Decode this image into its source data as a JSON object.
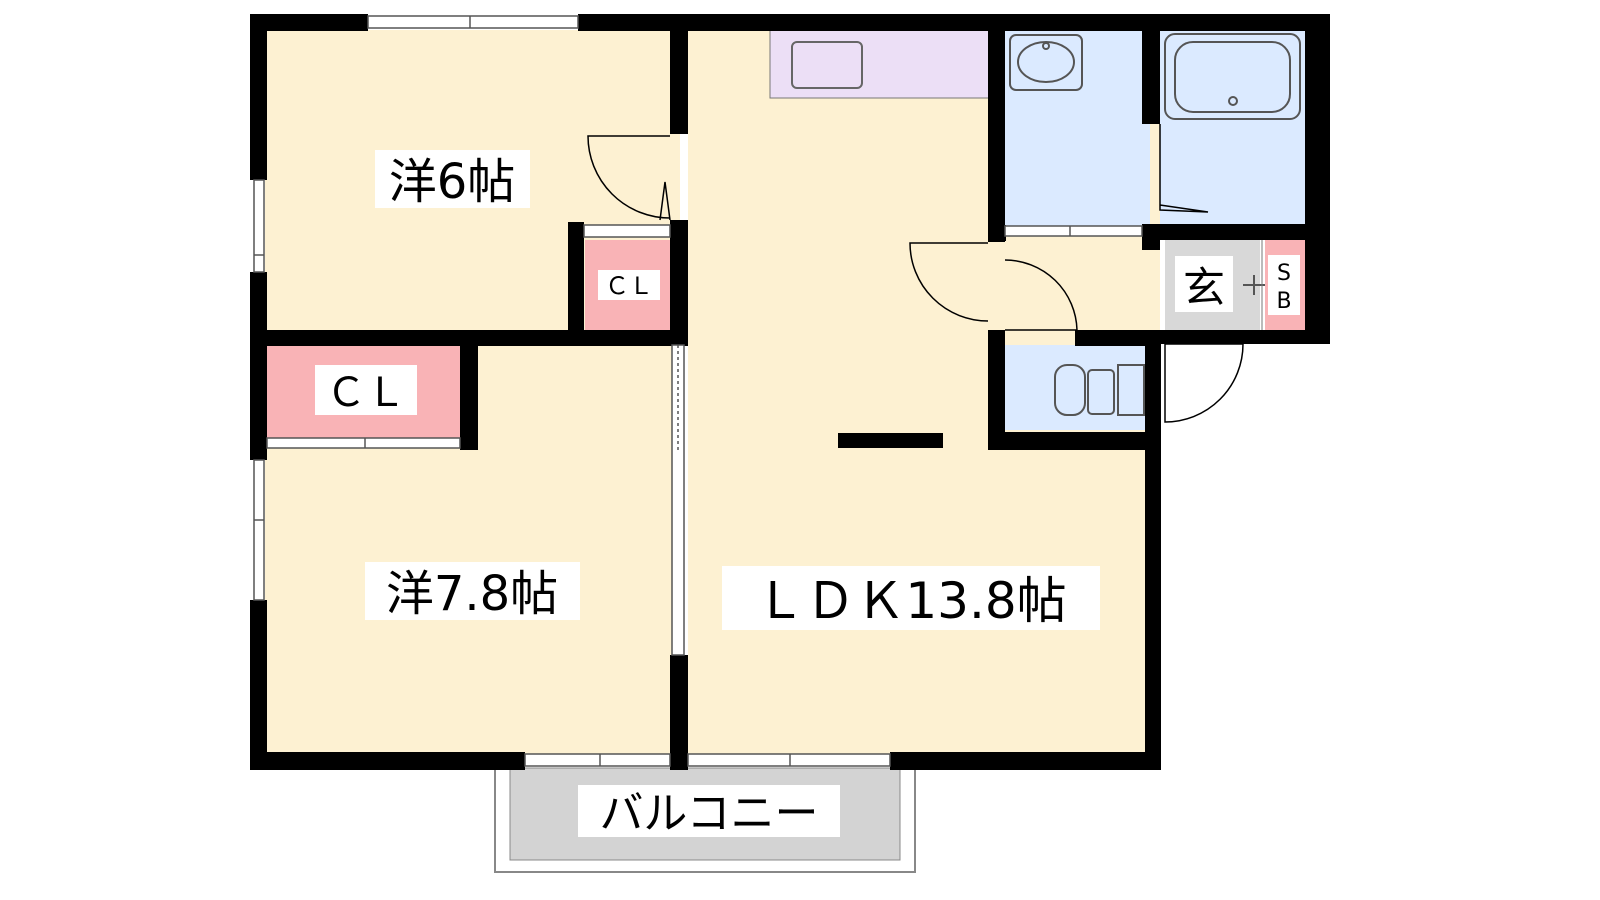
{
  "colors": {
    "wall": "#000000",
    "room": "#fdf1d2",
    "closet": "#f9b3b6",
    "wet_area": "#dbeaff",
    "kitchen_counter": "#ecdff6",
    "entrance": "#d8d8d8",
    "balcony": "#d3d3d3",
    "label_bg": "#ffffff"
  },
  "rooms": {
    "western_6": {
      "label": "洋6帖"
    },
    "western_78": {
      "label": "洋7.8帖"
    },
    "ldk": {
      "label": "ＬＤＫ13.8帖"
    },
    "closet_small": {
      "label": "ＣＬ"
    },
    "closet_large": {
      "label": "ＣＬ"
    },
    "entrance": {
      "label": "玄"
    },
    "shoe_box_top": {
      "label": "S"
    },
    "shoe_box_bottom": {
      "label": "B"
    },
    "balcony": {
      "label": "バルコニー"
    }
  }
}
